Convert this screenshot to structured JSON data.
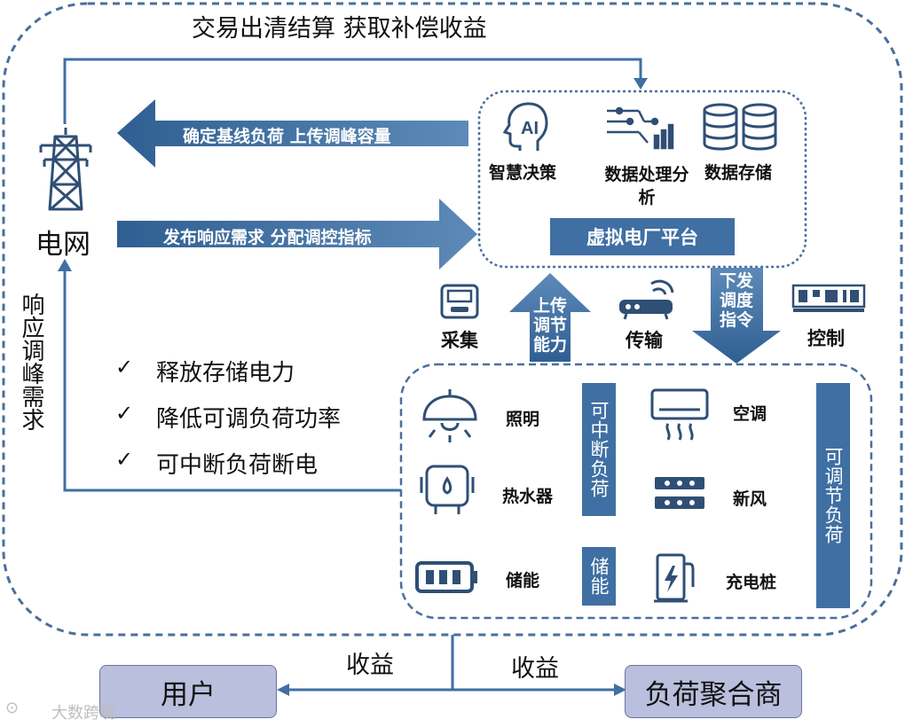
{
  "top_label": "交易出清结算  获取补偿收益",
  "grid": {
    "label": "电网"
  },
  "arrows": {
    "to_grid": "确定基线负荷  上传调峰容量",
    "from_grid": "发布响应需求  分配调控指标",
    "up_capability": "上传调节能力",
    "down_command": "下发调度指令"
  },
  "platform": {
    "title": "虚拟电厂平台",
    "features": [
      {
        "label": "智慧决策",
        "icon": "ai-head-icon"
      },
      {
        "label": "数据处理分析",
        "icon": "data-processing-icon"
      },
      {
        "label": "数据存储",
        "icon": "database-icon"
      }
    ]
  },
  "links": [
    {
      "label": "采集",
      "icon": "meter-icon"
    },
    {
      "label": "传输",
      "icon": "router-icon"
    },
    {
      "label": "控制",
      "icon": "controller-icon"
    }
  ],
  "response_demand": "响应调峰需求",
  "actions": [
    "释放存储电力",
    "降低可调负荷功率",
    "可中断负荷断电"
  ],
  "devices": [
    {
      "label": "照明",
      "icon": "lamp-icon"
    },
    {
      "label": "热水器",
      "icon": "water-heater-icon"
    },
    {
      "label": "储能",
      "icon": "battery-icon"
    },
    {
      "label": "空调",
      "icon": "air-conditioner-icon"
    },
    {
      "label": "新风",
      "icon": "fresh-air-icon"
    },
    {
      "label": "充电桩",
      "icon": "charging-pile-icon"
    }
  ],
  "categories": {
    "interruptible": "可中断负荷",
    "storage": "储能",
    "adjustable": "可调节负荷"
  },
  "revenue": {
    "left": "收益",
    "right": "收益"
  },
  "parties": {
    "user": "用户",
    "aggregator": "负荷聚合商"
  },
  "watermark": "大数跨境",
  "colors": {
    "primary": "#3f6fa3",
    "dashed_border": "#4a6f9c",
    "box_fill": "#b9bfdc"
  }
}
